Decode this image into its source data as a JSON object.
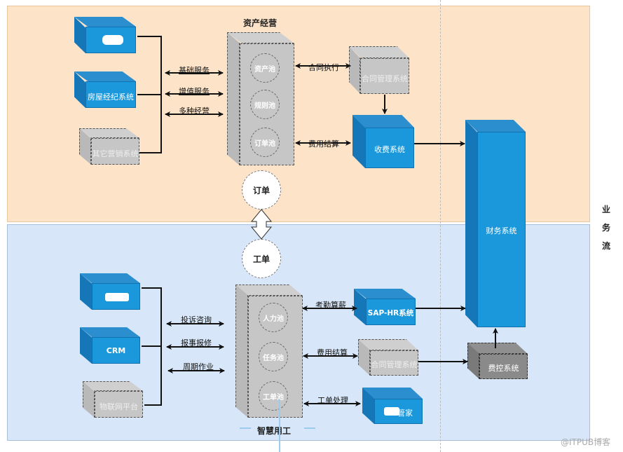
{
  "zones": {
    "top": {
      "title": "资产经营",
      "color": "#fde3c8"
    },
    "bottom": {
      "title": "智慧用工",
      "color": "#d7e6f8"
    },
    "side_label": [
      "业",
      "务",
      "流"
    ]
  },
  "colors": {
    "blue_system": "#1b98dc",
    "gray_system": "#c6c6c6",
    "dark_gray_system": "#8a8a8a"
  },
  "top": {
    "left_systems": [
      {
        "label": "",
        "style": "blue",
        "note": "redacted label"
      },
      {
        "label": "房屋经纪系统",
        "style": "blue"
      },
      {
        "label": "其它营销系统",
        "style": "gray-dashed"
      }
    ],
    "edges_left": [
      "基础服务",
      "增值服务",
      "多种经营"
    ],
    "hub_pools": [
      "资产池",
      "规则池",
      "订单池"
    ],
    "edges_right": [
      "合同执行",
      "费用结算"
    ],
    "contract_system": "合同管理系统",
    "billing_system": "收费系统"
  },
  "middle": {
    "order": "订单",
    "work_order": "工单"
  },
  "finance_system": "财务系统",
  "bottom": {
    "left_systems": [
      {
        "label": "",
        "style": "blue",
        "note": "redacted label"
      },
      {
        "label": "CRM",
        "style": "blue"
      },
      {
        "label": "物联网平台",
        "style": "gray-dashed"
      }
    ],
    "edges_left": [
      "投诉咨询",
      "报事报修",
      "周期作业"
    ],
    "hub_pools": [
      "人力池",
      "任务池",
      "工单池"
    ],
    "edges_right": [
      "考勤算薪",
      "费用结算",
      "工单处理"
    ],
    "hr_system": "SAP-HR系统",
    "contract_system": "合同管理系统",
    "cost_control_system": "费控系统",
    "butler_system": "管家"
  },
  "watermark": "@ITPUB博客"
}
